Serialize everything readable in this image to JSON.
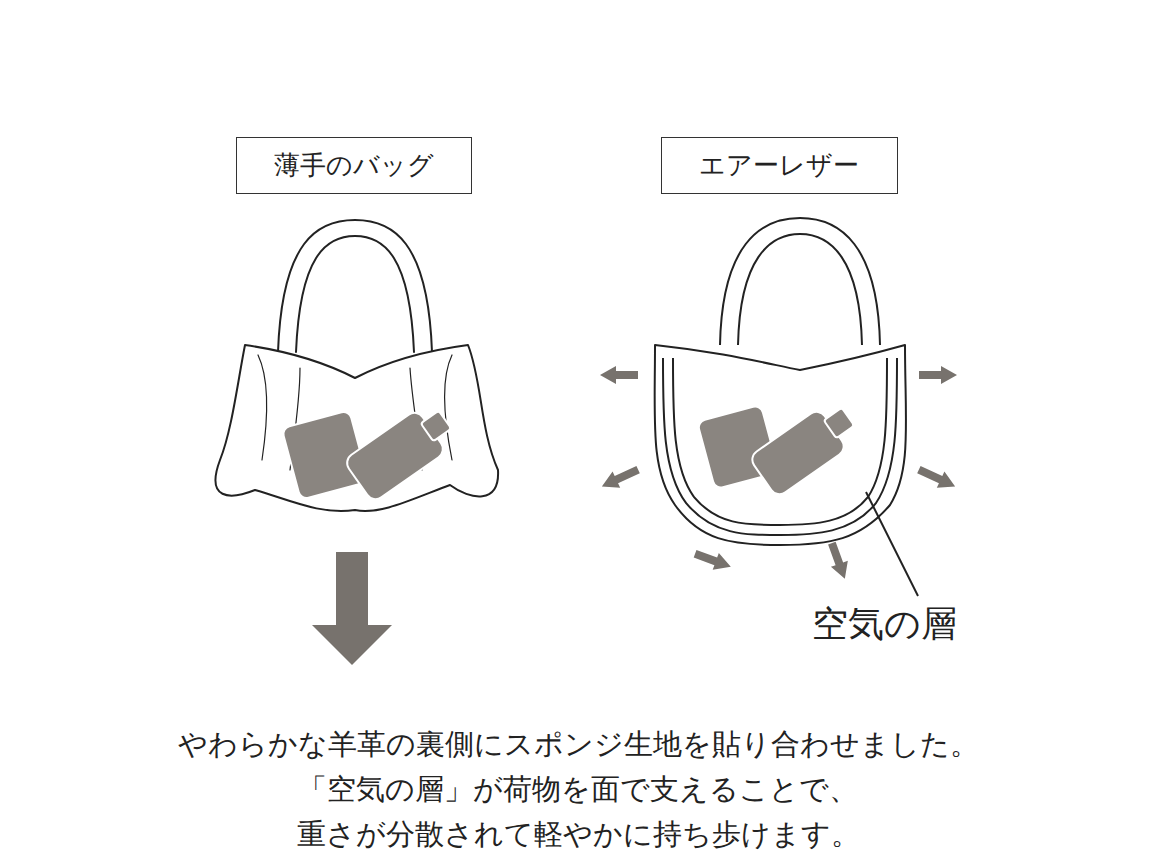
{
  "diagram": {
    "caption": "やわらかな羊革の裏側にスポンジ生地を貼り合わせました。 「空気の層」が荷物を面で支えることで、 重さが分散されて軽やかに持ち歩けます。",
    "nodes": [
      {
        "text": [
          "薄手のバッグ"
        ]
      },
      {
        "text": [
          "エアーレザー"
        ]
      }
    ],
    "labels": [
      "空気の層"
    ]
  }
}
